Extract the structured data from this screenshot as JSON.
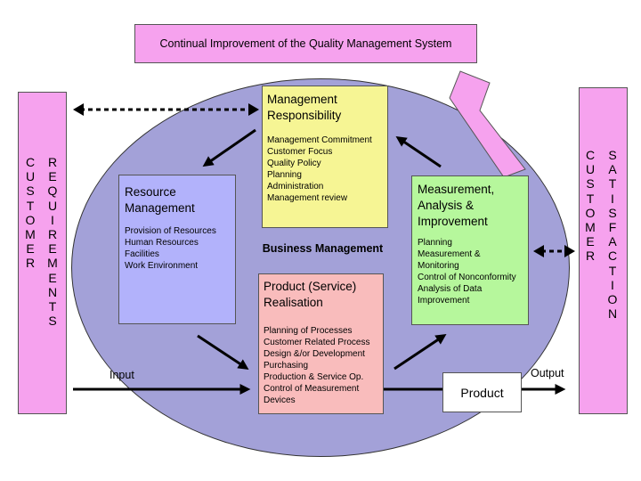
{
  "title": "Continual Improvement of the Quality Management System",
  "left_side": {
    "col1": [
      "C",
      "U",
      "S",
      "T",
      "O",
      "M",
      "E",
      "R"
    ],
    "col2": [
      "R",
      "E",
      "Q",
      "U",
      "I",
      "R",
      "E",
      "M",
      "E",
      "N",
      "T",
      "S"
    ]
  },
  "right_side": {
    "col1": [
      "C",
      "U",
      "S",
      "T",
      "O",
      "M",
      "E",
      "R"
    ],
    "col2": [
      "S",
      "A",
      "T",
      "I",
      "S",
      "F",
      "A",
      "C",
      "T",
      "I",
      "O",
      "N"
    ]
  },
  "center_label": "Business Management",
  "management": {
    "title_line1": "Management",
    "title_line2": "Responsibility",
    "items": [
      "Management Commitment",
      "Customer Focus",
      "Quality Policy",
      "Planning",
      "Administration",
      "Management review"
    ]
  },
  "resource": {
    "title_line1": "Resource",
    "title_line2": "Management",
    "items": [
      "Provision of Resources",
      "Human Resources",
      "Facilities",
      "Work Environment"
    ]
  },
  "measurement": {
    "title_line1": "Measurement,",
    "title_line2": "Analysis &",
    "title_line3": "Improvement",
    "items": [
      "Planning",
      "Measurement &",
      "Monitoring",
      "Control of Nonconformity",
      "Analysis of Data",
      "Improvement"
    ]
  },
  "realisation": {
    "title_line1": "Product (Service)",
    "title_line2": "Realisation",
    "items": [
      "Planning of Processes",
      "Customer Related Process",
      "Design &/or Development",
      "Purchasing",
      "Production & Service Op.",
      "Control of Measurement",
      "Devices"
    ]
  },
  "input_label": "Input",
  "output_label": "Output",
  "product_label": "Product",
  "colors": {
    "ellipse": "#a3a1d8",
    "pink": "#f6a2ee",
    "yellow": "#f6f594",
    "blue": "#b2b2fb",
    "green": "#b6f79c",
    "salmon": "#f9bcbc"
  }
}
